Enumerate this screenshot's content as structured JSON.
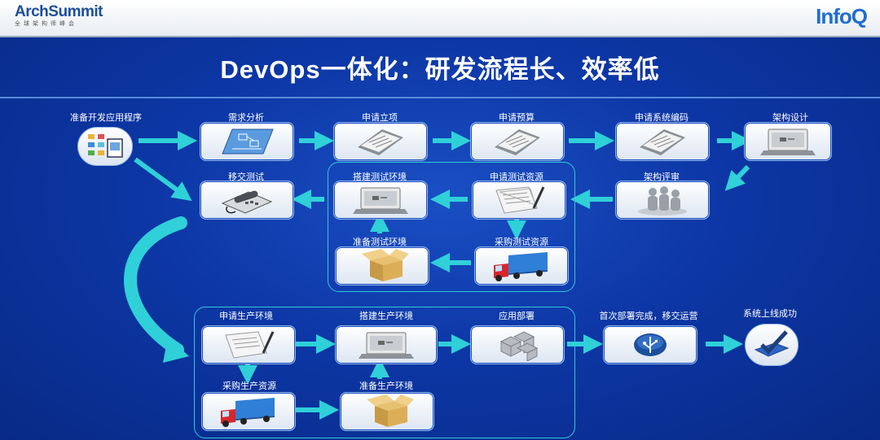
{
  "header": {
    "left_logo": "ArchSummit",
    "left_logo_sub": "全球架构师峰会",
    "right_logo": "InfoQ"
  },
  "title": "DevOps一体化：研发流程长、效率低",
  "steps": {
    "start": "准备开发应用程序",
    "s1": "需求分析",
    "s2": "申请立项",
    "s3": "申请预算",
    "s4": "申请系统编码",
    "s5": "架构设计",
    "s6": "架构评审",
    "s7": "申请测试资源",
    "s8": "采购测试资源",
    "s9": "准备测试环境",
    "s10": "搭建测试环境",
    "s11": "移交测试",
    "p1": "申请生产环境",
    "p2": "采购生产资源",
    "p3": "准备生产环境",
    "p4": "搭建生产环境",
    "p5": "应用部署",
    "p6": "首次部署完成，移交运营",
    "p7": "系统上线成功"
  }
}
